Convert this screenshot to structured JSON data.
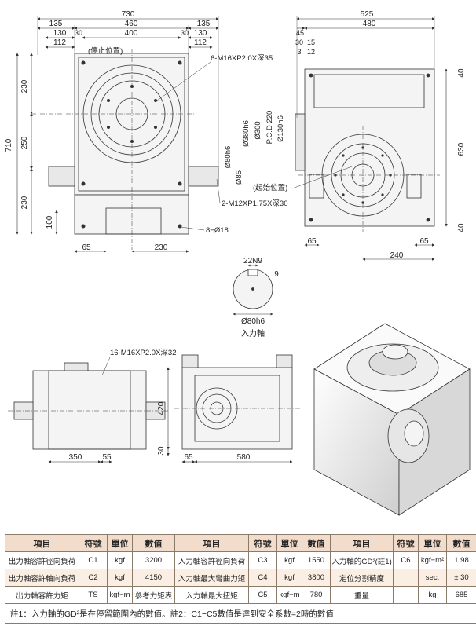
{
  "top_dims": {
    "top_view_widths": [
      "730",
      "135",
      "460",
      "135",
      "130",
      "400",
      "130",
      "30",
      "30",
      "112",
      "112"
    ],
    "side_view_widths": [
      "525",
      "45",
      "480",
      "30",
      "15",
      "3",
      "12"
    ],
    "top_view_heights": [
      "710",
      "230",
      "250",
      "230",
      "100"
    ],
    "side_view_heights": [
      "630",
      "40",
      "40"
    ],
    "bottom_dims": [
      "65",
      "230",
      "65",
      "65",
      "240"
    ],
    "side_diameters": [
      "Ø380h6",
      "Ø300",
      "P.C.D 220",
      "Ø130h6",
      "Ø80h6",
      "Ø85"
    ]
  },
  "callouts": {
    "stop_position": "(停止位置)",
    "top_holes": "6-M16XP2.0X深35",
    "start_position": "(起始位置)",
    "side_holes": "2-M12XP1.75X深30",
    "base_holes": "8−Ø18",
    "front_holes": "16-M16XP2.0X深32"
  },
  "shaft_detail": {
    "keyway": "22N9",
    "depth": "9",
    "diameter": "Ø80h6",
    "caption": "入力軸"
  },
  "lower_dims": [
    "350",
    "55",
    "420",
    "30",
    "65",
    "580"
  ],
  "specs_table": {
    "headers": [
      "項目",
      "符號",
      "單位",
      "數值",
      "項目",
      "符號",
      "單位",
      "數值",
      "項目",
      "符號",
      "單位",
      "數值"
    ],
    "rows": [
      [
        "出力軸容許徑向負荷",
        "C1",
        "kgf",
        "3200",
        "入力軸容許徑向負荷",
        "C3",
        "kgf",
        "1550",
        "入力軸的GD²(註1)",
        "C6",
        "kgf−m²",
        "1.98"
      ],
      [
        "出力軸容許軸向負荷",
        "C2",
        "kgf",
        "4150",
        "入力軸最大彎曲力矩",
        "C4",
        "kgf",
        "3800",
        "定位分割精度",
        "",
        "sec.",
        "± 30"
      ],
      [
        "出力軸容許力矩",
        "TS",
        "kgf−m",
        "參考力矩表",
        "入力軸最大扭矩",
        "C5",
        "kgf−m",
        "780",
        "重量",
        "",
        "kg",
        "685"
      ]
    ],
    "note": "註1：入力軸的GD²是在停留範圍內的數值。註2：C1−C5數值是達到安全系數=2時的數值"
  }
}
